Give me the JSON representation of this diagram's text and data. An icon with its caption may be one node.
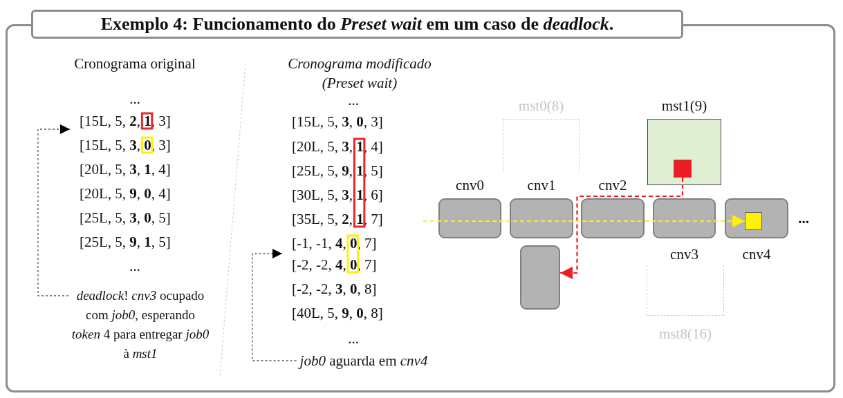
{
  "diagram": {
    "title": "Exemplo 4: Funcionamento do *Preset wait* em um caso de *deadlock*.",
    "nodes": [
      {
        "text": [
          "[15L, 5, **2**, **1**, 3]"
        ]
      },
      {
        "text": [
          "*deadlock*! *cnv3* ocupado com *job0*, esperando *token* 4 para entregar *job0* à *mst1*"
        ]
      },
      {
        "text": [
          "[-1, -1, **4**, **0**, 7]"
        ]
      },
      {
        "text": [
          "*job0* aguarda em *cnv4*"
        ]
      },
      {
        "text": [
          "mst0(8)"
        ]
      },
      {
        "text": [
          "mst1(9)"
        ]
      },
      {
        "text": [],
        "shape": "box",
        "in": 5
      },
      {
        "text": [
          "cnv0"
        ]
      },
      {
        "text": [
          "cnv1"
        ]
      },
      {
        "text": [
          "cnv2"
        ]
      },
      {
        "text": [
          "cnv3"
        ]
      },
      {
        "text": [
          "cnv4"
        ]
      },
      {
        "text": [],
        "shape": "box",
        "in": 11
      },
      {
        "text": [],
        "shape": "box"
      },
      {
        "text": [
          "mst8(16)"
        ]
      }
    ],
    "edges": [
      {
        "from": 1,
        "to": 0,
        "arrow": "to",
        "style": "dashed"
      },
      {
        "from": 3,
        "to": 2,
        "arrow": "to",
        "style": "dashed"
      },
      {
        "from": 6,
        "to": 13,
        "arrow": "to",
        "style": "dashed",
        "color": "#ed1c24"
      },
      {
        "from": null,
        "to": 12,
        "arrow": "to",
        "style": "dashed",
        "color": "#fff200"
      }
    ],
    "labels": [
      "Cronograma original",
      "...",
      "[15L, 5, **3**, **0**, 3]",
      "[20L, 5, **3**, **1**, 4]",
      "[20L, 5, **9**, **0**, 4]",
      "[25L, 5, **3**, **0**, 5]",
      "[25L, 5, **9**, **1**, 5]",
      "...",
      "Cronograma modificado (Preset wait)",
      "...",
      "[15L, 5, **3**, **0**, 3]",
      "[20L, 5, **3**, **1**, 4]",
      "[25L, 5, **9**, **1**, 5]",
      "[30L, 5, **3**, **1**, 6]",
      "[35L, 5, **2**, **1**, 7]",
      "[-2, -2, **4**, **0**, 7]",
      "[-2, -2, **3**, **0**, 8]",
      "[40L, 5, **9**, **0**, 8]",
      "...",
      "..."
    ]
  }
}
